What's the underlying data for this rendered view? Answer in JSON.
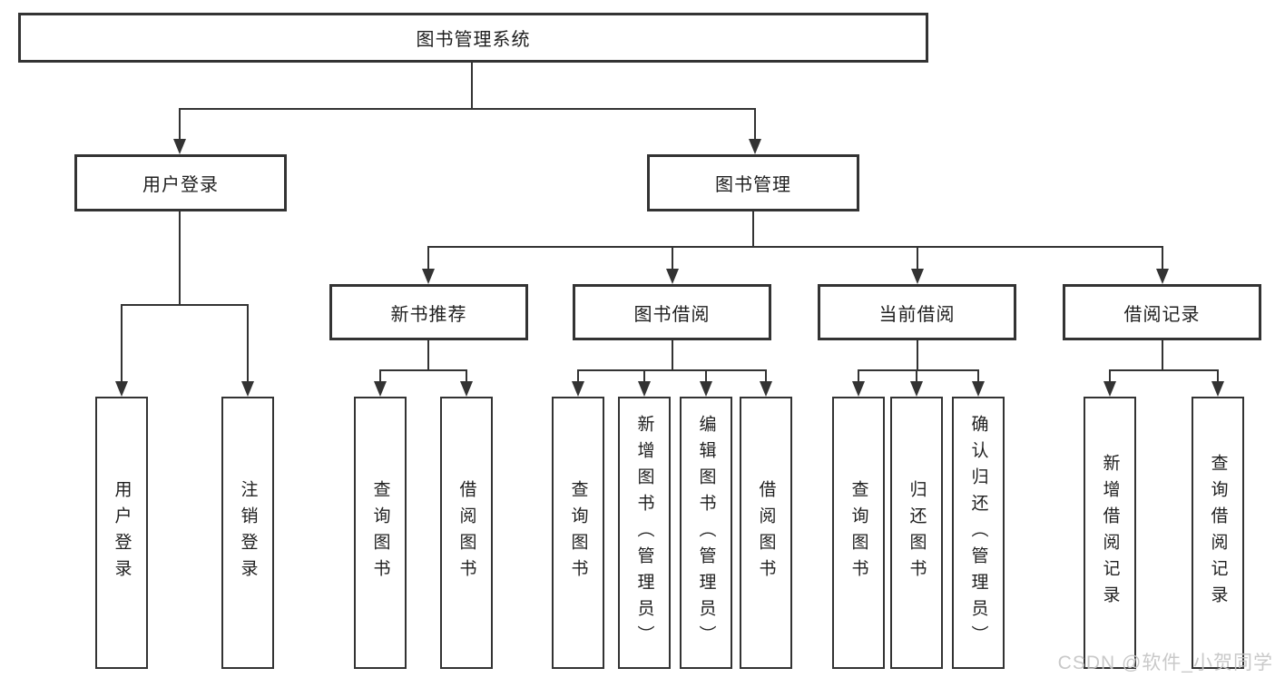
{
  "diagram": {
    "root": {
      "label": "图书管理系统"
    },
    "branches": [
      {
        "label": "用户登录",
        "children": [
          {
            "label": "用户登录"
          },
          {
            "label": "注销登录"
          }
        ]
      },
      {
        "label": "图书管理",
        "children": [
          {
            "label": "新书推荐",
            "children": [
              {
                "label": "查询图书"
              },
              {
                "label": "借阅图书"
              }
            ]
          },
          {
            "label": "图书借阅",
            "children": [
              {
                "label": "查询图书"
              },
              {
                "label": "新增图书（管理员）"
              },
              {
                "label": "编辑图书（管理员）"
              },
              {
                "label": "借阅图书"
              }
            ]
          },
          {
            "label": "当前借阅",
            "children": [
              {
                "label": "查询图书"
              },
              {
                "label": "归还图书"
              },
              {
                "label": "确认归还（管理员）"
              }
            ]
          },
          {
            "label": "借阅记录",
            "children": [
              {
                "label": "新增借阅记录"
              },
              {
                "label": "查询借阅记录"
              }
            ]
          }
        ]
      }
    ]
  },
  "watermark": {
    "text": "CSDN @软件_小贺同学"
  },
  "colors": {
    "line": "#333333",
    "border": "#333333",
    "text": "#1f1f1f",
    "background": "#ffffff",
    "watermark": "#c4c4c4"
  }
}
